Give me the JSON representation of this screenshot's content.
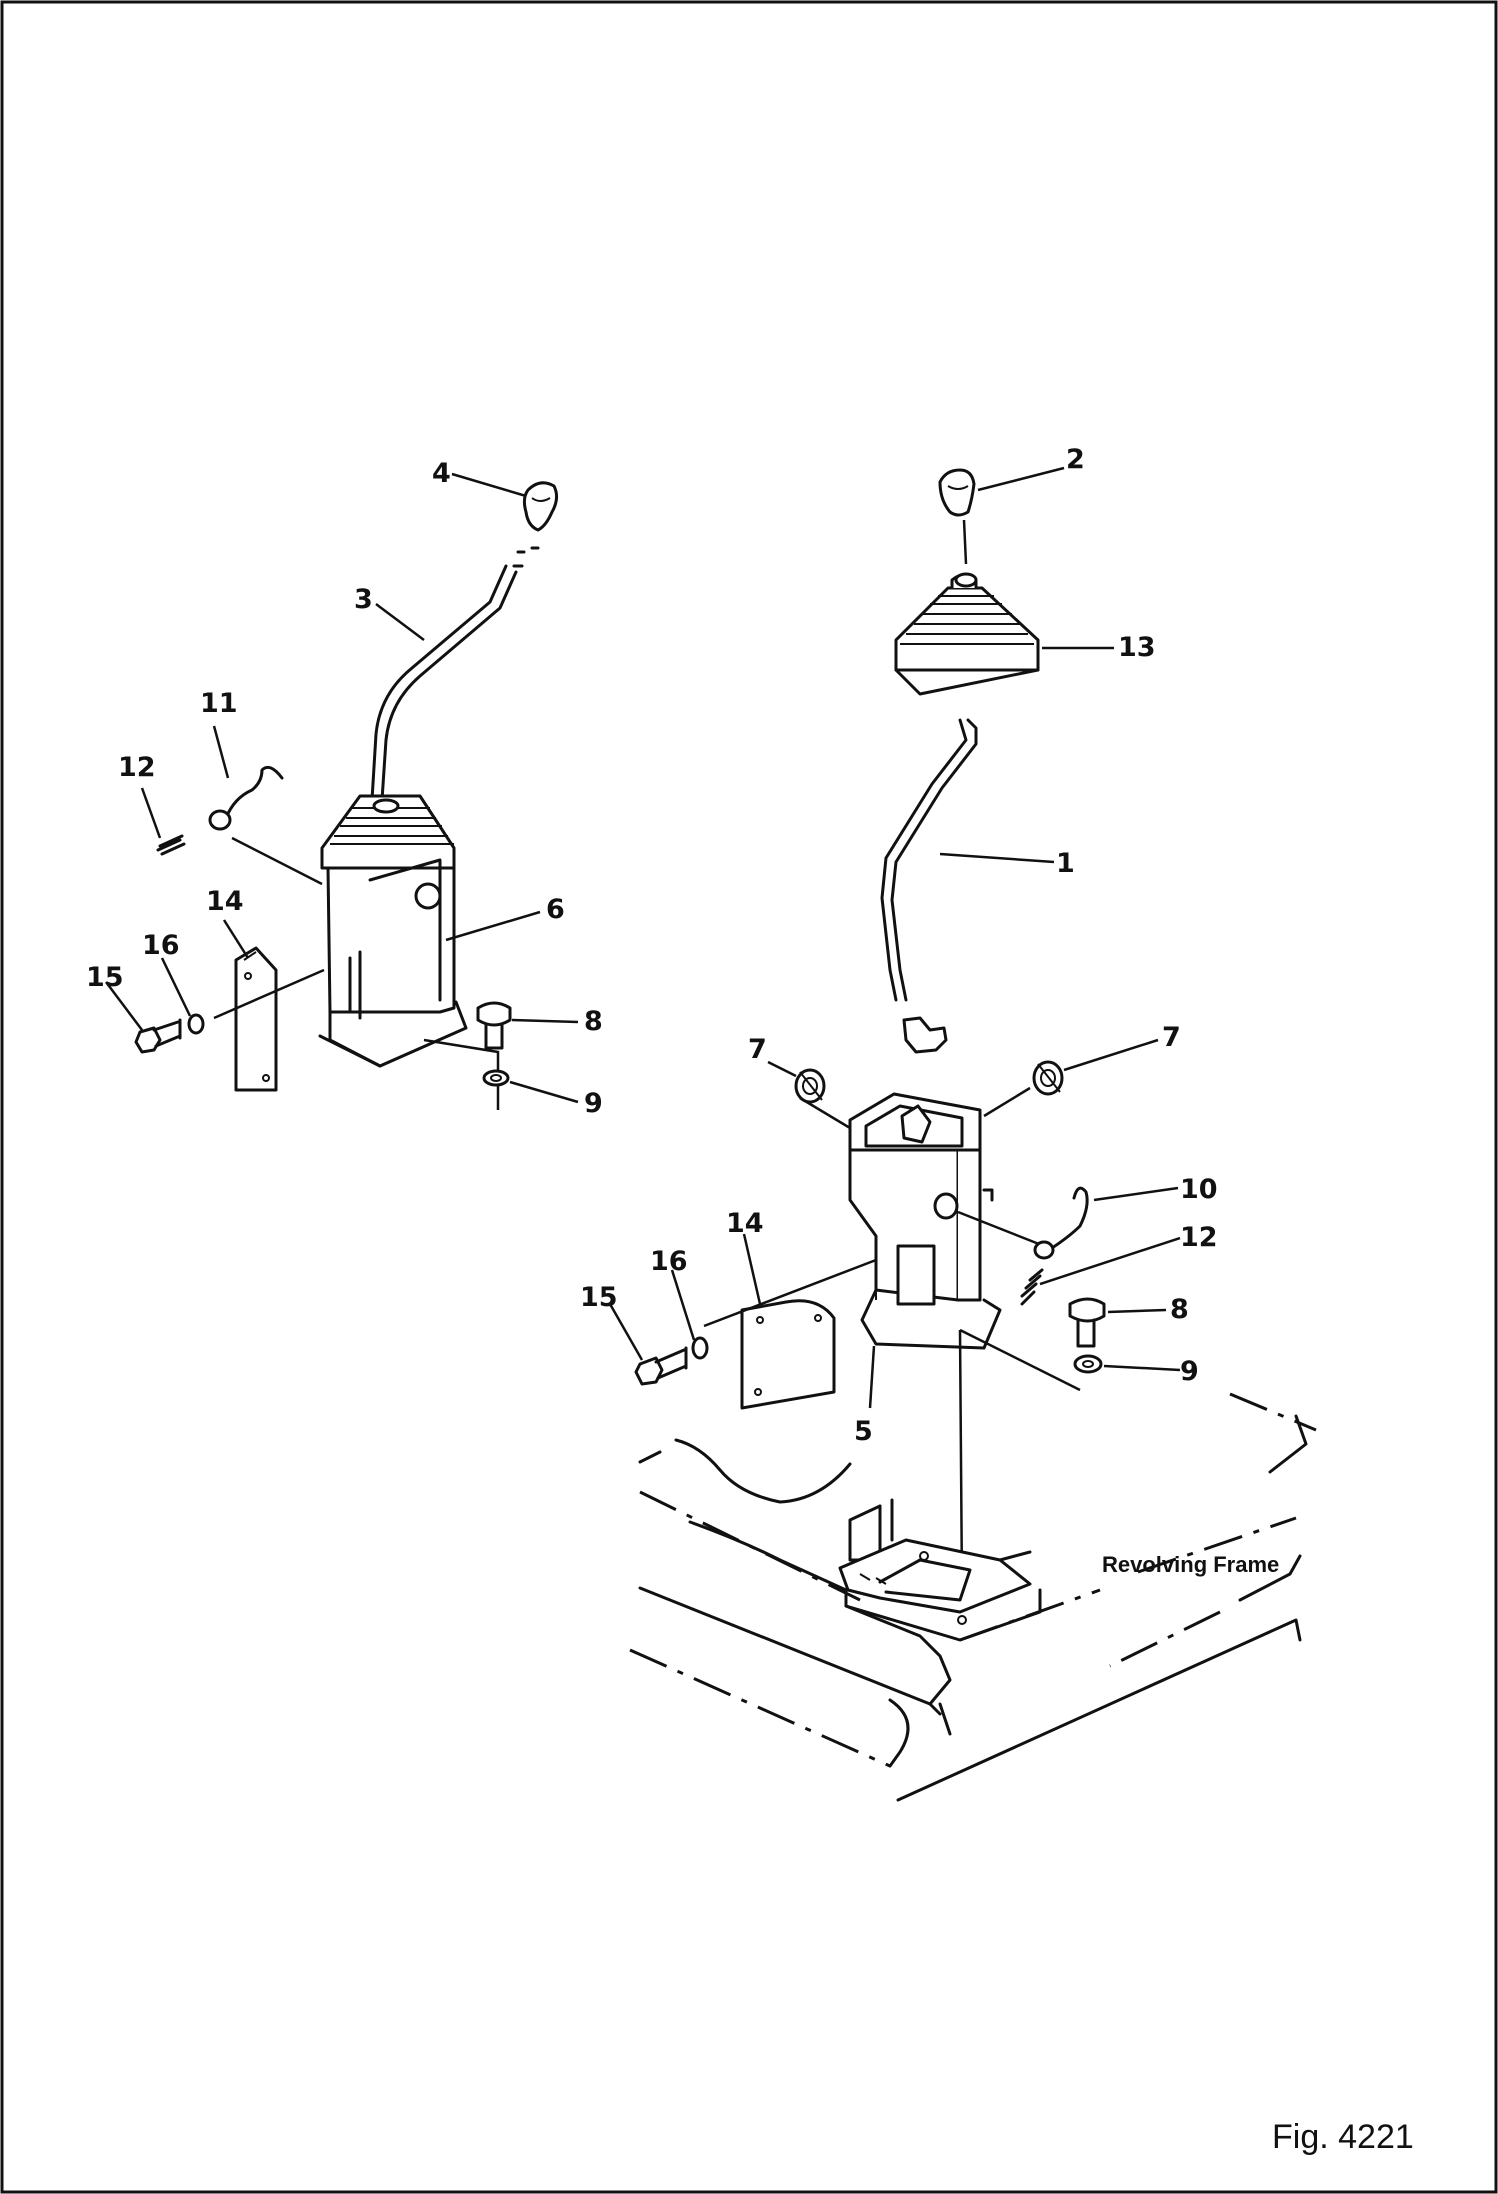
{
  "figure": {
    "label": "Fig. 4221",
    "frame_label": "Revolving Frame"
  },
  "callouts": {
    "left": [
      "4",
      "3",
      "11",
      "12",
      "6",
      "14",
      "16",
      "15",
      "8",
      "9"
    ],
    "right": [
      "2",
      "13",
      "1",
      "7",
      "7",
      "10",
      "12",
      "14",
      "16",
      "15",
      "8",
      "9",
      "5"
    ]
  }
}
